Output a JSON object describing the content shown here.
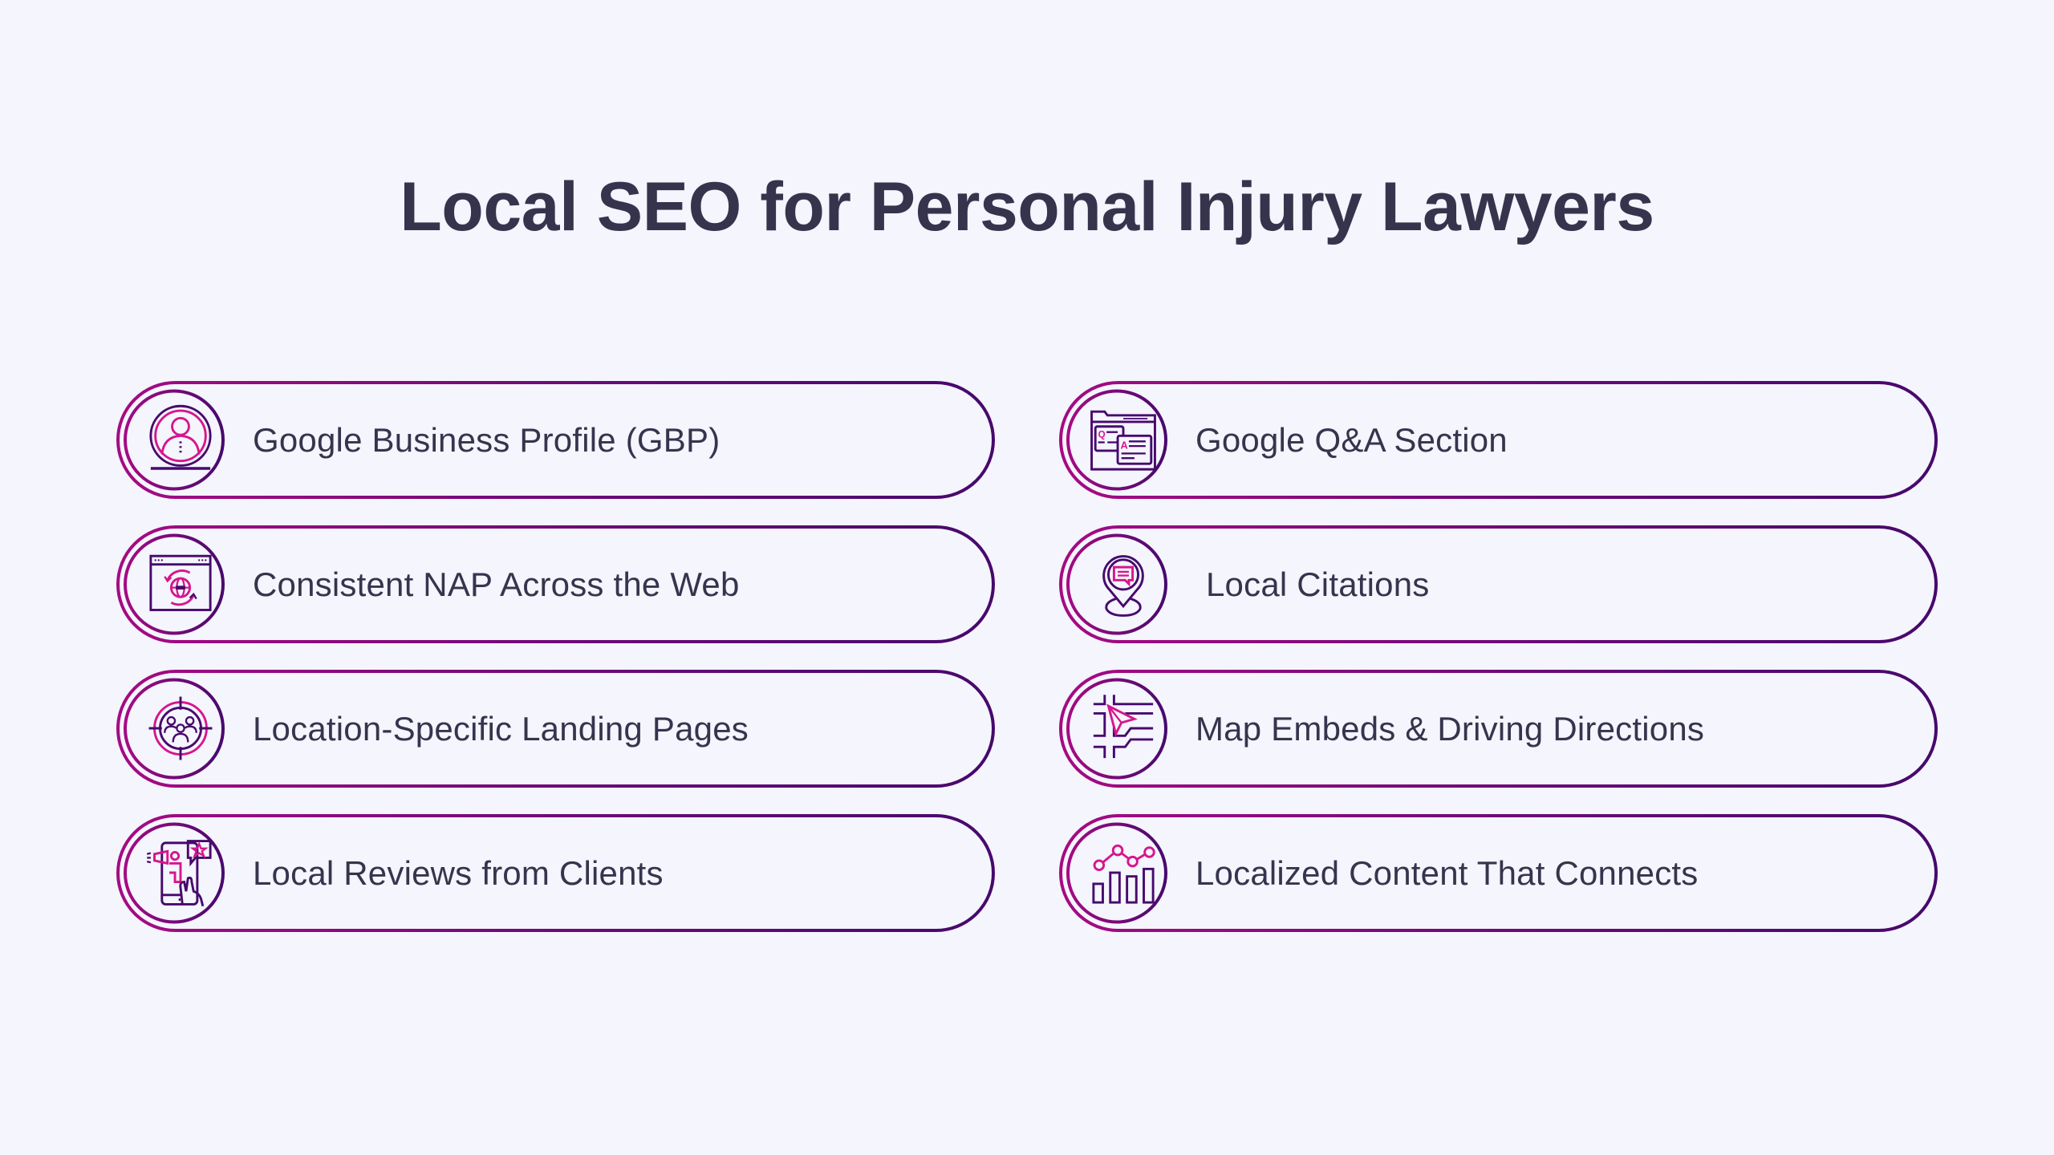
{
  "title": "Local SEO for Personal Injury Lawyers",
  "colors": {
    "background": "#f4f5fd",
    "text": "#36344d",
    "gradient_start": "#a50b82",
    "gradient_end": "#47096c",
    "icon_primary": "#47096c",
    "icon_accent": "#d6168c"
  },
  "items": [
    {
      "label": "Google Business Profile (GBP)",
      "icon": "profile-badge-icon",
      "column": "left",
      "row": 1
    },
    {
      "label": "Consistent NAP Across the Web",
      "icon": "browser-globe-sync-icon",
      "column": "left",
      "row": 2
    },
    {
      "label": "Location-Specific Landing Pages",
      "icon": "target-audience-icon",
      "column": "left",
      "row": 3
    },
    {
      "label": "Local Reviews from Clients",
      "icon": "phone-review-star-icon",
      "column": "left",
      "row": 4
    },
    {
      "label": "Google Q&A Section",
      "icon": "qa-window-icon",
      "column": "right",
      "row": 1
    },
    {
      "label": "Local Citations",
      "icon": "map-pin-chat-icon",
      "column": "right",
      "row": 2
    },
    {
      "label": "Map Embeds & Driving Directions",
      "icon": "map-navigation-icon",
      "column": "right",
      "row": 3
    },
    {
      "label": "Localized Content That Connects",
      "icon": "analytics-chart-icon",
      "column": "right",
      "row": 4
    }
  ]
}
